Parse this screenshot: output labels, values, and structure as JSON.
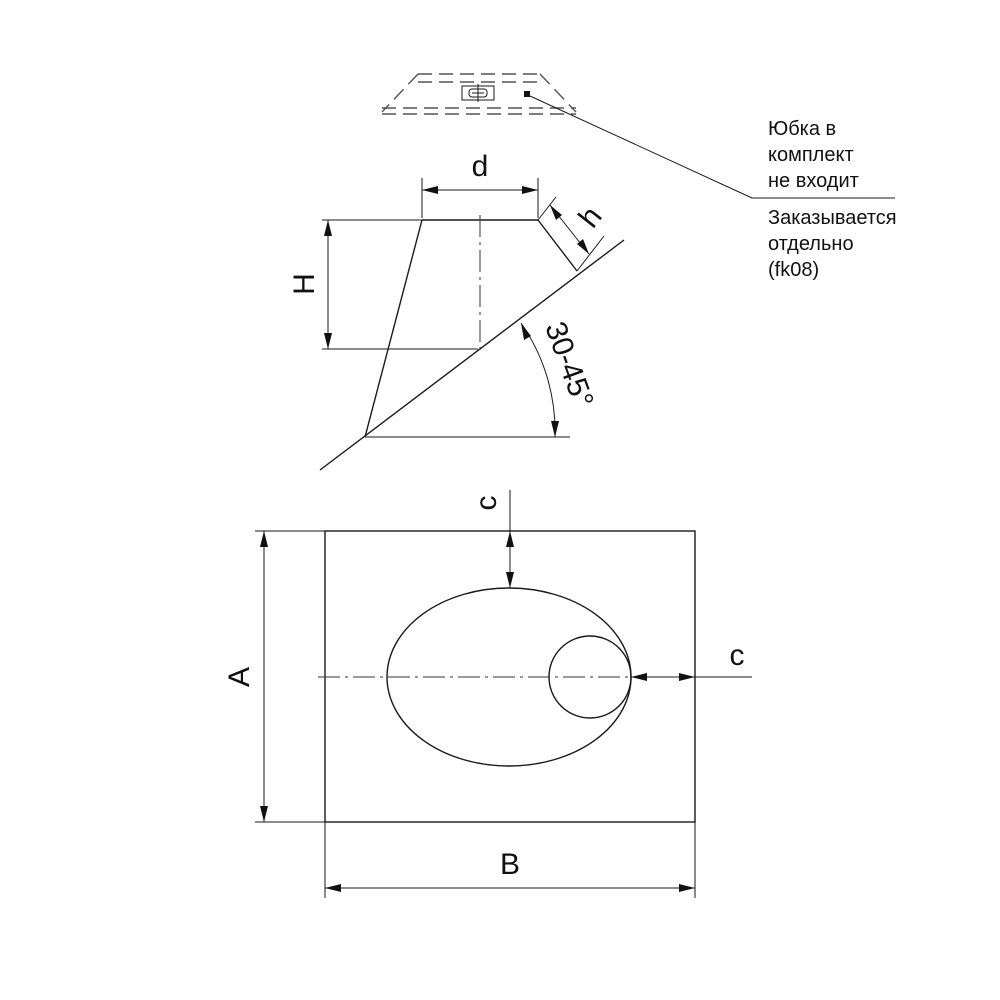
{
  "labels": {
    "d": "d",
    "h": "h",
    "H": "H",
    "angle": "30-45°",
    "c_top": "c",
    "c_right": "c",
    "A": "A",
    "B": "B"
  },
  "note": {
    "line1": "Юбка в",
    "line2": "комплект",
    "line3": "не входит",
    "line4": "Заказывается",
    "line5": "отдельно",
    "line6": "(fk08)"
  }
}
